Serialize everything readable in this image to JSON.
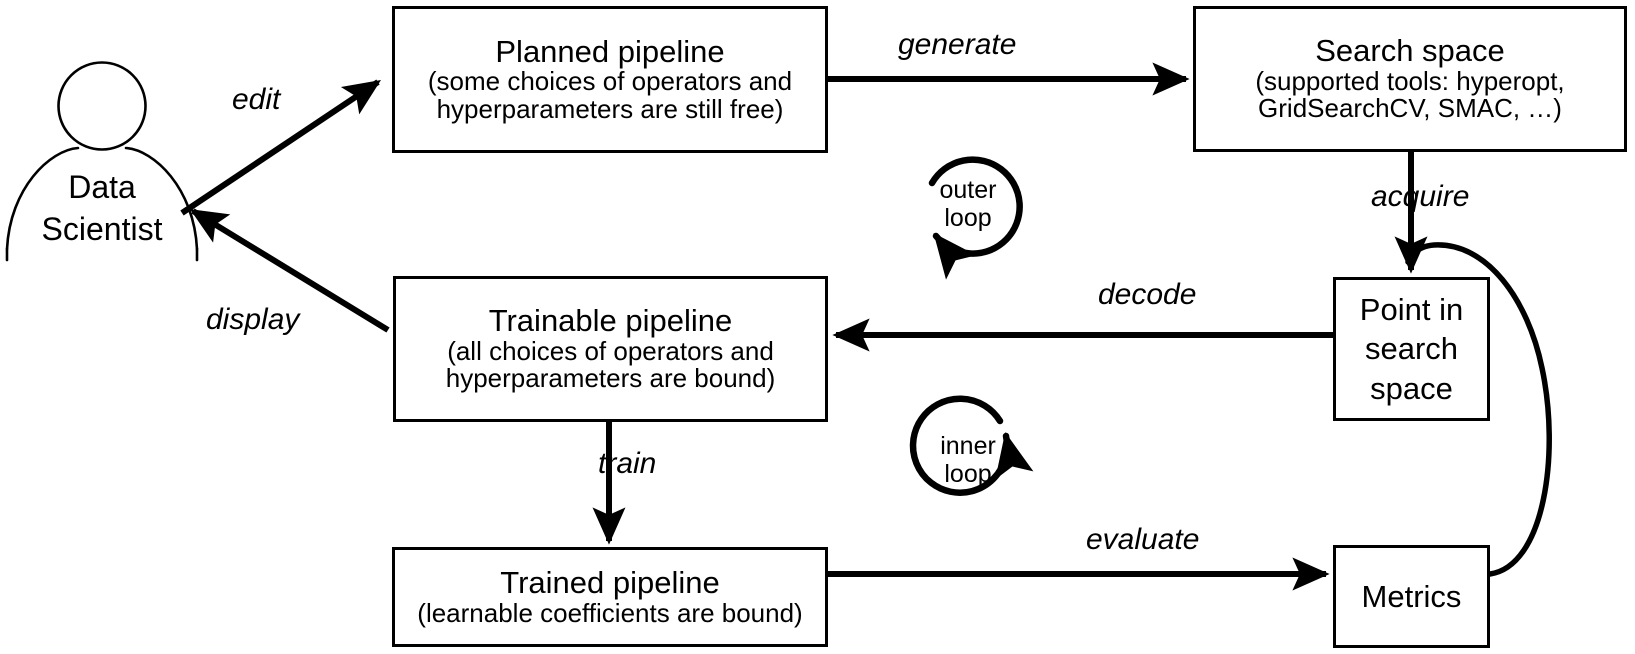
{
  "diagram": {
    "title": "Lale AutoML pipeline lifecycle",
    "stroke_color": "#000000",
    "background_color": "#ffffff",
    "actor": {
      "name": "data-scientist",
      "line_1": "Data",
      "line_2": "Scientist"
    },
    "nodes": [
      {
        "id": "planned-pipeline",
        "title": "Planned pipeline",
        "sub_1": "(some choices of operators and",
        "sub_2": "hyperparameters are still free)"
      },
      {
        "id": "search-space",
        "title": "Search space",
        "sub_1": "(supported tools: hyperopt,",
        "sub_2": "GridSearchCV, SMAC, …)"
      },
      {
        "id": "trainable-pipeline",
        "title": "Trainable pipeline",
        "sub_1": "(all choices of operators and",
        "sub_2": "hyperparameters are bound)"
      },
      {
        "id": "point-in-search-space",
        "line_1": "Point in",
        "line_2": "search",
        "line_3": "space"
      },
      {
        "id": "trained-pipeline",
        "title": "Trained pipeline",
        "sub_1": "(learnable coefficients are bound)"
      },
      {
        "id": "metrics",
        "title": "Metrics"
      }
    ],
    "edges": [
      {
        "id": "edit",
        "label": "edit",
        "from": "data-scientist",
        "to": "planned-pipeline"
      },
      {
        "id": "generate",
        "label": "generate",
        "from": "planned-pipeline",
        "to": "search-space"
      },
      {
        "id": "acquire",
        "label": "acquire",
        "from": "search-space",
        "to": "point-in-search-space"
      },
      {
        "id": "decode",
        "label": "decode",
        "from": "point-in-search-space",
        "to": "trainable-pipeline"
      },
      {
        "id": "display",
        "label": "display",
        "from": "trainable-pipeline",
        "to": "data-scientist"
      },
      {
        "id": "train",
        "label": "train",
        "from": "trainable-pipeline",
        "to": "trained-pipeline"
      },
      {
        "id": "evaluate",
        "label": "evaluate",
        "from": "trained-pipeline",
        "to": "metrics"
      },
      {
        "id": "feedback",
        "label": "",
        "from": "metrics",
        "to": "point-in-search-space"
      }
    ],
    "loops": [
      {
        "id": "outer-loop",
        "line_1": "outer",
        "line_2": "loop",
        "direction": "counterclockwise"
      },
      {
        "id": "inner-loop",
        "line_1": "inner",
        "line_2": "loop",
        "direction": "clockwise"
      }
    ]
  }
}
